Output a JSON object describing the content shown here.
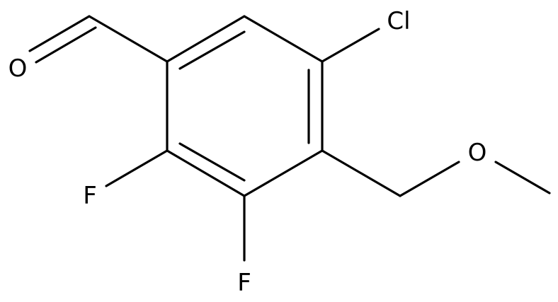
{
  "atoms": {
    "carbonyl_oxygen": "O",
    "chlorine": "Cl",
    "fluorine_left": "F",
    "fluorine_bottom": "F",
    "ether_oxygen": "O"
  }
}
